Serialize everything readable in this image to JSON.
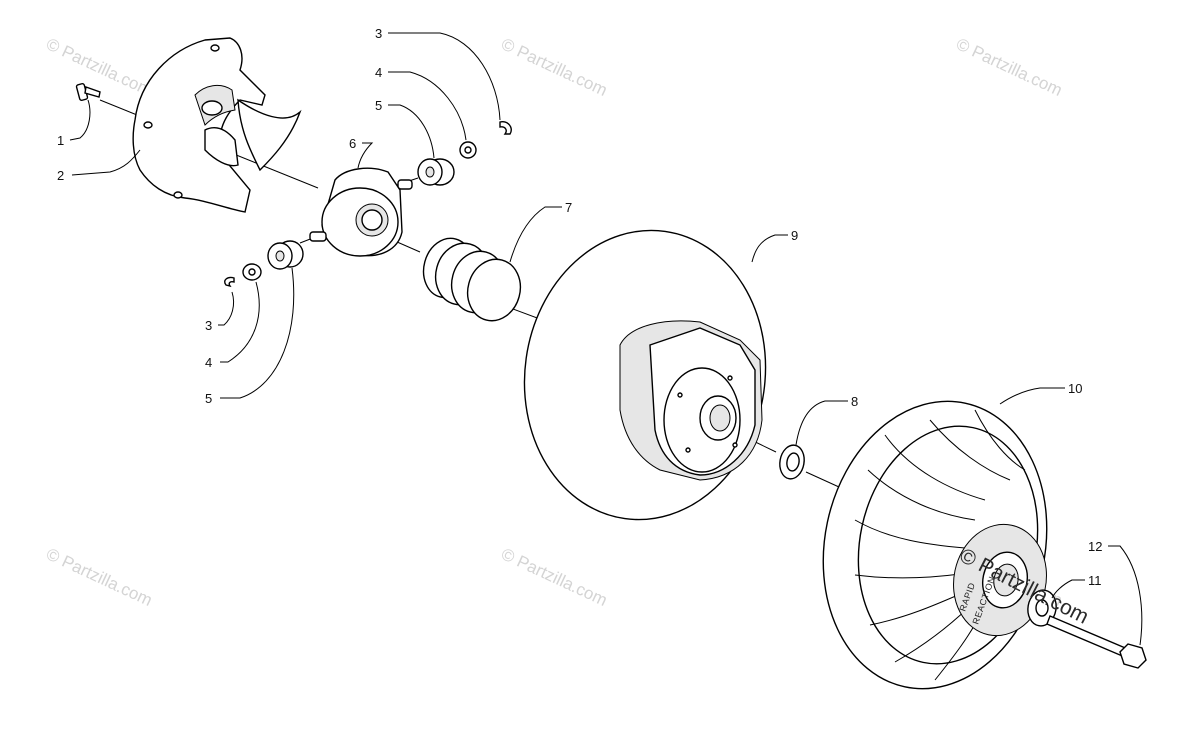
{
  "watermarks": [
    "© Partzilla.com",
    "© Partzilla.com",
    "© Partzilla.com",
    "© Partzilla.com",
    "© Partzilla.com",
    "© Partzilla.com"
  ],
  "main_watermark": "© Partzilla.com",
  "stamp_text": {
    "line1": "RAPID",
    "line2": "REACTION"
  },
  "callouts": {
    "c1": "1",
    "c2": "2",
    "c3_top": "3",
    "c4_top": "4",
    "c5_top": "5",
    "c6": "6",
    "c7": "7",
    "c3_bottom": "3",
    "c4_bottom": "4",
    "c5_bottom": "5",
    "c9": "9",
    "c8": "8",
    "c10": "10",
    "c11": "11",
    "c12": "12"
  }
}
